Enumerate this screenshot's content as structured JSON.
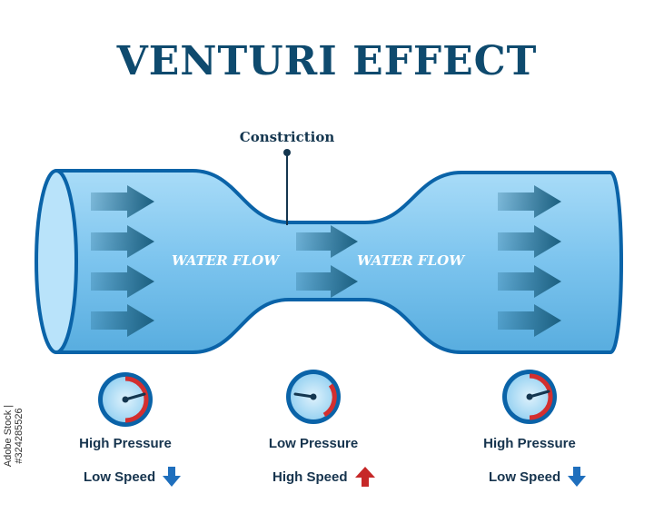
{
  "title": "VENTURI EFFECT",
  "constriction_label": "Constriction",
  "flow_labels": [
    "WATER FLOW",
    "WATER FLOW"
  ],
  "gauges": [
    {
      "pressure": "High Pressure",
      "speed": "Low Speed",
      "speed_direction": "down"
    },
    {
      "pressure": "Low Pressure",
      "speed": "High Speed",
      "speed_direction": "up"
    },
    {
      "pressure": "High Pressure",
      "speed": "Low Speed",
      "speed_direction": "down"
    }
  ],
  "watermark": "Adobe Stock | #324285526",
  "colors": {
    "title": "#0e4a6e",
    "pipe_fill": "#7fc6ef",
    "pipe_outline": "#0a63a8",
    "arrow": "#1b5f80",
    "down_arrow": "#1f6fbd",
    "up_arrow": "#c62828",
    "gauge_red": "#d32f2f"
  }
}
